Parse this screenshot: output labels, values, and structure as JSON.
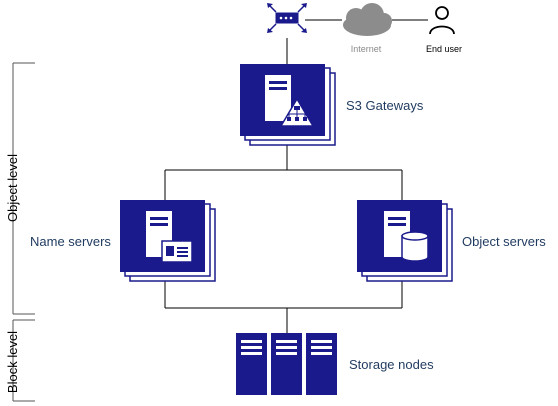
{
  "labels": {
    "internet": "Internet",
    "end_user": "End user",
    "s3_gateways": "S3 Gateways",
    "name_servers": "Name servers",
    "object_servers": "Object servers",
    "storage_nodes": "Storage nodes",
    "object_level": "Object level",
    "block_level": "Block level"
  },
  "colors": {
    "primary": "#1a1a8c",
    "line": "#000000",
    "cloud": "#8c8c8c",
    "bracket": "#555555"
  },
  "icons": {
    "router": "router-icon",
    "cloud": "cloud-icon",
    "user": "user-icon",
    "gateway": "server-network-icon",
    "name_server": "server-id-card-icon",
    "object_server": "server-database-icon",
    "storage": "server-rack-icon"
  }
}
